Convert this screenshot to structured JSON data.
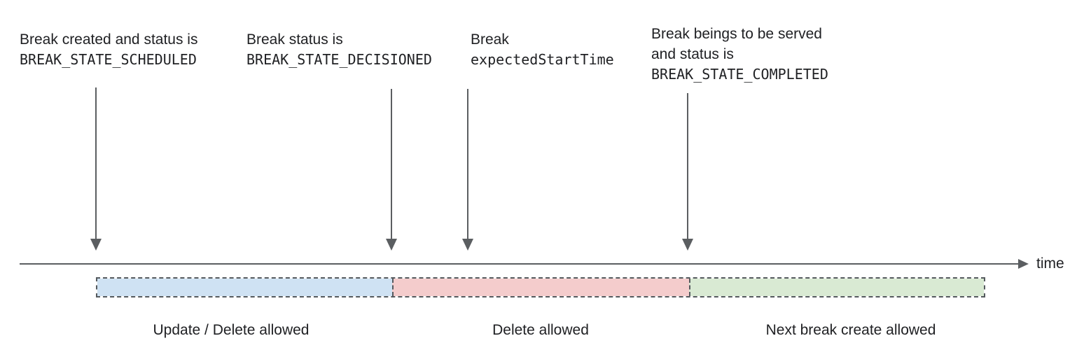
{
  "annotations": [
    {
      "lines": [
        "Break created and status is",
        "BREAK_STATE_SCHEDULED"
      ]
    },
    {
      "lines": [
        "Break status is",
        "BREAK_STATE_DECISIONED"
      ]
    },
    {
      "lines": [
        "Break",
        "expectedStartTime"
      ]
    },
    {
      "lines": [
        "Break beings to be served",
        "and status is",
        "BREAK_STATE_COMPLETED"
      ]
    }
  ],
  "timeline": {
    "axis_label": "time",
    "segments": [
      {
        "label": "Update / Delete allowed",
        "fill": "#cfe2f3"
      },
      {
        "label": "Delete allowed",
        "fill": "#f4cccc"
      },
      {
        "label": "Next break create allowed",
        "fill": "#d9ead3"
      }
    ]
  },
  "colors": {
    "arrow": "#5b5e61",
    "dashed_border": "#555a5e",
    "text": "#202124"
  }
}
